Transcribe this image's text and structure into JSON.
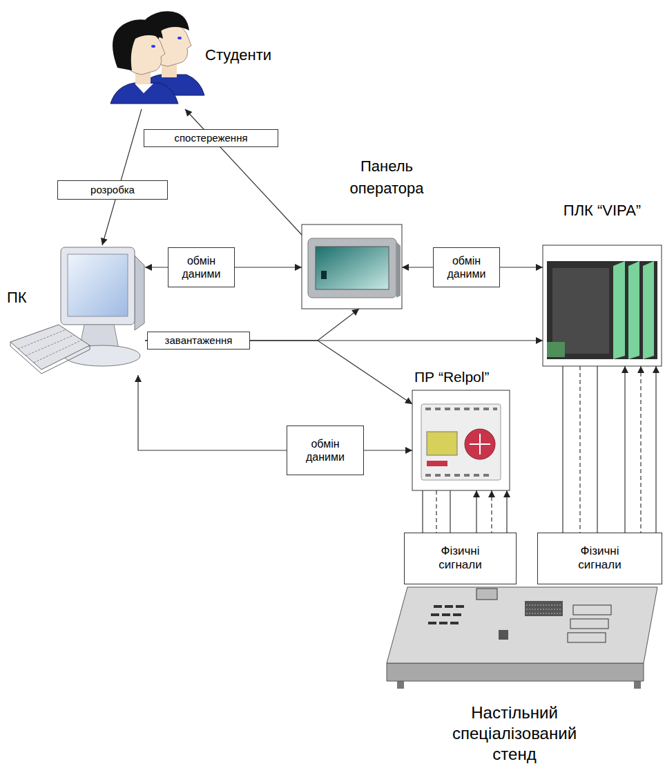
{
  "diagram": {
    "nodes": [
      {
        "text": [
          "Студенти"
        ]
      },
      {
        "text": [
          "Панель оператора"
        ]
      },
      {
        "text": [
          "ПЛК “VIPA”"
        ]
      },
      {
        "text": [
          "ПК"
        ]
      },
      {
        "text": [
          "ПР “Relpol”"
        ]
      },
      {
        "text": [
          "Настільний спеціалізований стенд"
        ]
      }
    ],
    "edges": [
      {
        "from": 0,
        "to": 3,
        "label": "розробка",
        "arrow": "to"
      },
      {
        "from": 1,
        "to": 0,
        "label": "спостереження",
        "arrow": "to"
      },
      {
        "from": 3,
        "to": 1,
        "label": "обмін даними",
        "arrow": "both"
      },
      {
        "from": 1,
        "to": 2,
        "label": "обмін даними",
        "arrow": "both"
      },
      {
        "from": 3,
        "to": 2,
        "label": "завантаження",
        "arrow": "to"
      },
      {
        "from": 3,
        "to": 1,
        "arrow": "to"
      },
      {
        "from": 3,
        "to": 4,
        "arrow": "to"
      },
      {
        "from": 3,
        "to": 4,
        "label": "обмін даними",
        "arrow": "both"
      },
      {
        "from": 4,
        "to": 5,
        "label": "Фізичні сигнали",
        "arrow": "both"
      },
      {
        "from": 2,
        "to": 5,
        "label": "Фізичні сигнали",
        "arrow": "both"
      }
    ]
  }
}
